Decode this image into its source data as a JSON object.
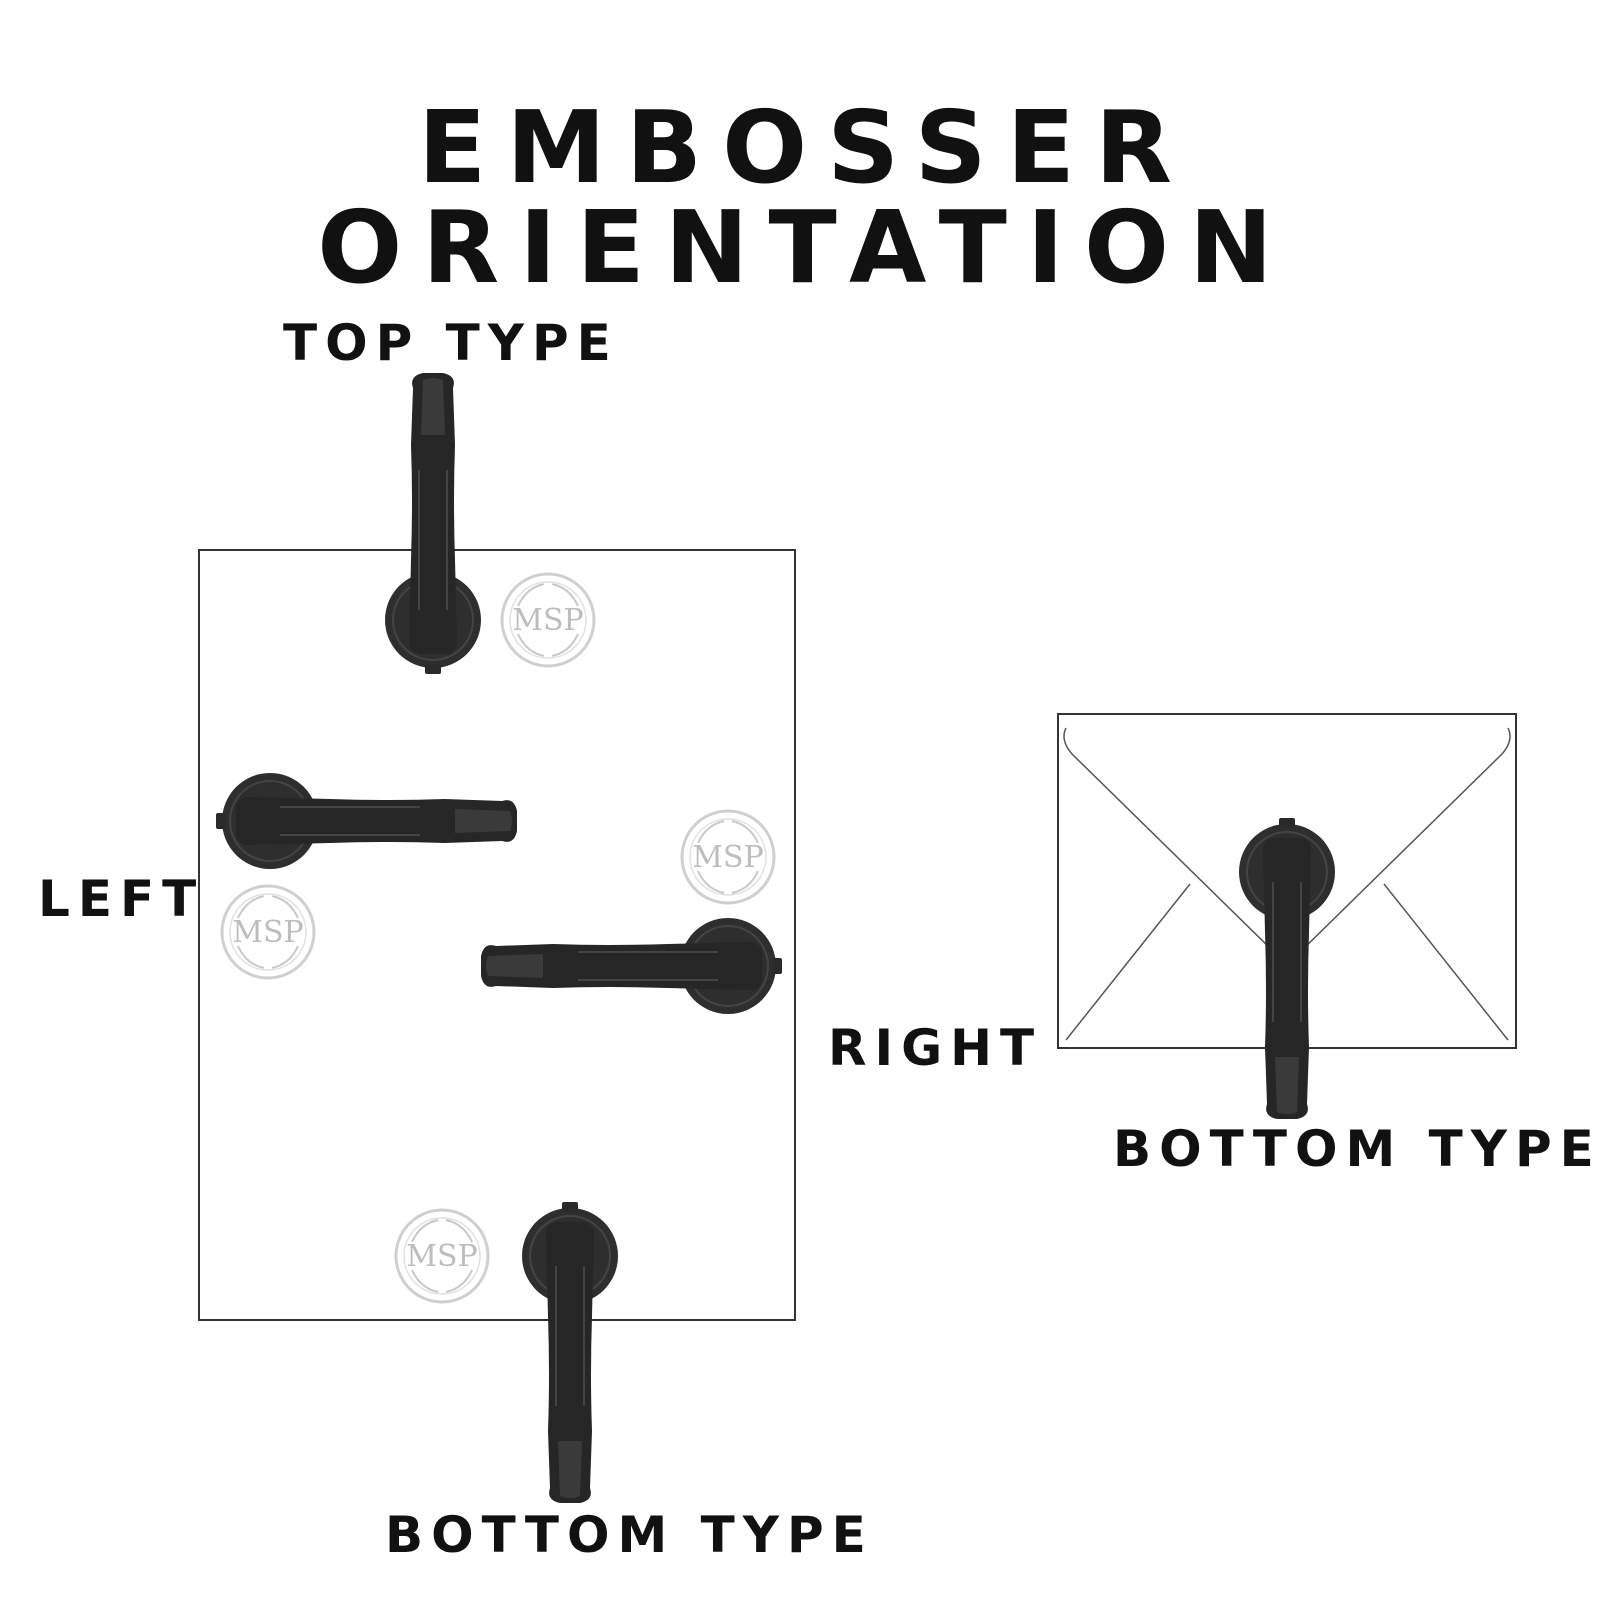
{
  "title": "EMBOSSER ORIENTATION",
  "labels": {
    "top": "TOP TYPE",
    "left": "LEFT",
    "right": "RIGHT",
    "envelope_bottom": "BOTTOM TYPE",
    "paper_bottom": "BOTTOM TYPE"
  },
  "seal_monogram": "MSP",
  "colors": {
    "embosser": "#2b2b2b",
    "seal": "#bdbdbd",
    "outline": "#333333",
    "text": "#111111"
  }
}
